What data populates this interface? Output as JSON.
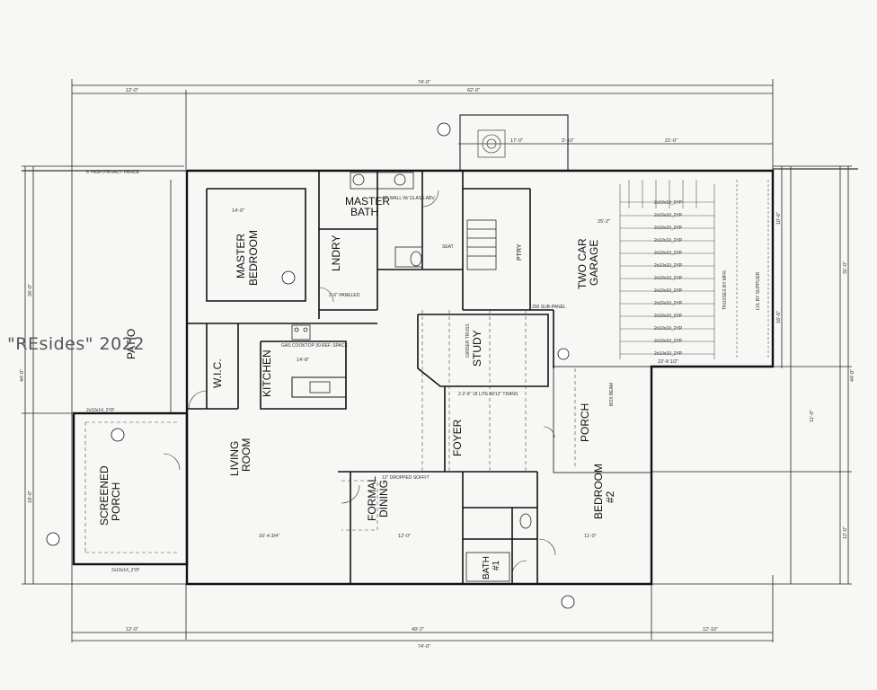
{
  "watermark": "\"REsides\" 2022",
  "rooms": {
    "master_bath": [
      "MASTER",
      "BATH"
    ],
    "master_bedroom": [
      "MASTER",
      "BEDROOM"
    ],
    "lndry": "LNDRY",
    "two_car_garage": [
      "TWO CAR",
      "GARAGE"
    ],
    "patio": "PATIO",
    "wic": "W.I.C.",
    "kitchen": "KITCHEN",
    "study": "STUDY",
    "foyer": "FOYER",
    "porch": "PORCH",
    "living_room": [
      "LIVING",
      "ROOM"
    ],
    "formal_dining": [
      "FORMAL",
      "DINING"
    ],
    "bedroom_2": [
      "BEDROOM",
      "#2"
    ],
    "screened_porch": [
      "SCREENED",
      "PORCH"
    ],
    "bath_1": [
      "BATH",
      "#1"
    ],
    "pantry": "PTRY"
  },
  "notes": {
    "privacy_fence": "6' HIGH PRIVACY FENCE",
    "glass_wall": "42\" WALL W/ GLASS ABV.",
    "gas_cooktop": "GAS COOKTOP 30",
    "dropped_soffit": "12\" DROPPED SOFFIT",
    "paneled": "2'-6\" PANELED",
    "girder_truss": "GIRDER TRUSS",
    "lvl_by_supplier": "LVL BY SUPPLIER",
    "trusses_by_mfr": "TRUSSES BY MFR.",
    "seat": "SEAT",
    "sub_panel": "200 SUB-PANEL",
    "box_beam": "BOX BEAM",
    "fridge_space": "REF. SPACE",
    "trans": "2-2'-8\" 18 LITE W/12\" TRANS"
  },
  "dimensions": {
    "top_overall": "74'-0\"",
    "top_left": "12'-0\"",
    "top_main": "62'-0\"",
    "top_a": "17'-0\"",
    "top_b": "3'-10\"",
    "top_c": "21'-0\"",
    "bottom_overall": "74'-0\"",
    "bottom_left": "12'-0\"",
    "bottom_mid": "49'-2\"",
    "bottom_right": "12'-10\"",
    "left_overall": "44'-0\"",
    "left_a": "26'-0\"",
    "left_b": "18'-0\"",
    "right_overall": "44'-0\"",
    "right_a": "31'-0\"",
    "right_b": "12'-0\"",
    "right_c": "10'-6\"",
    "right_d": "16'-6\"",
    "right_e": "11'-0\"",
    "mbr_width": "14'-0\"",
    "kitchen_width": "14'-8\"",
    "living_width": "16'-4 3/4\"",
    "dining_width": "12'-0\"",
    "bed2_width": "11'-0\"",
    "garage_width": "25'-2\"",
    "garage_depth": "22'-8 1/2\""
  },
  "joists": [
    "2x10x10_2YP",
    "2x10x10_2YP",
    "2x10x10_2YP",
    "2x10x10_2YP",
    "2x10x10_2YP",
    "2x10x10_2YP",
    "2x10x10_2YP",
    "2x10x10_2YP",
    "2x10x10_2YP",
    "2x10x10_2YP",
    "2x10x10_2YP",
    "2x10x10_2YP",
    "2x10x10_2YP"
  ],
  "porch_beam": "2x10x14_2YP",
  "colors": {
    "ink": "#111111",
    "paper": "#f7f7f5",
    "thin": "#555555"
  }
}
